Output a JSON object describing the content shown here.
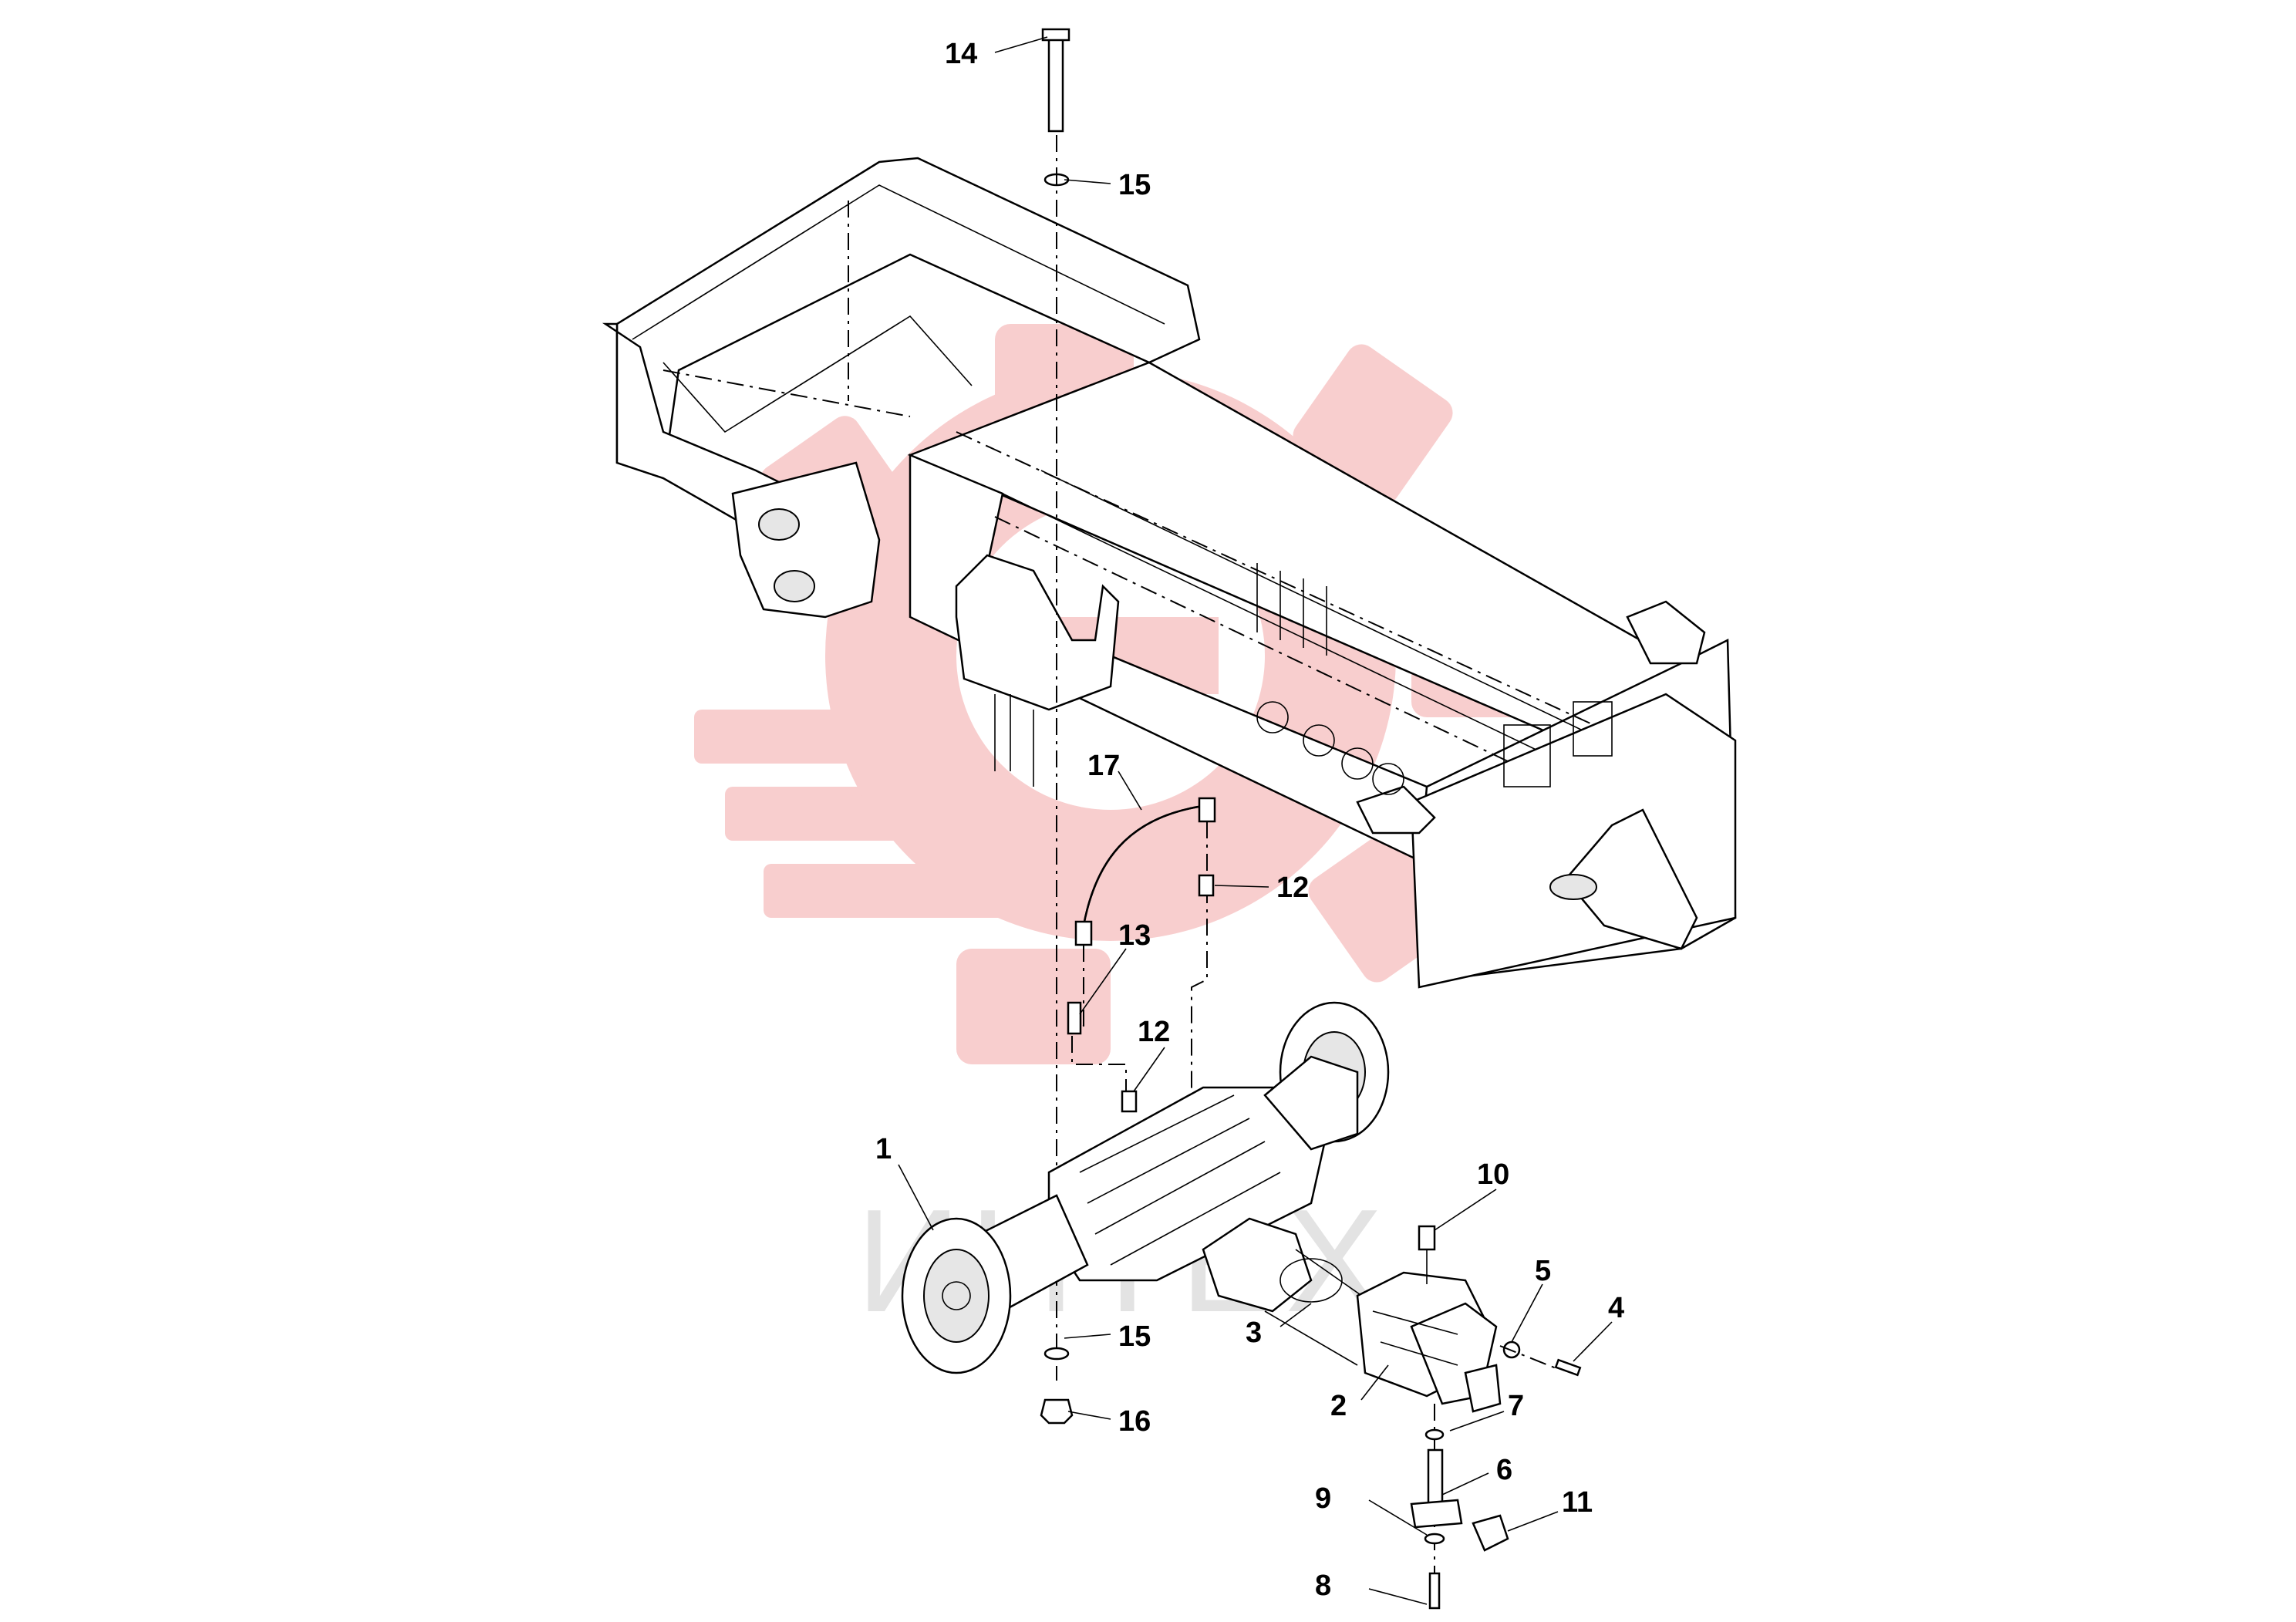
{
  "colors": {
    "watermark": "#f7c6c6",
    "line": "#000000",
    "part_fill": "#ffffff"
  },
  "watermark": {
    "text": "ИНТЕХ"
  },
  "callouts": [
    {
      "id": "14",
      "label": "14"
    },
    {
      "id": "15a",
      "label": "15"
    },
    {
      "id": "17",
      "label": "17"
    },
    {
      "id": "12a",
      "label": "12"
    },
    {
      "id": "13",
      "label": "13"
    },
    {
      "id": "12b",
      "label": "12"
    },
    {
      "id": "1",
      "label": "1"
    },
    {
      "id": "10",
      "label": "10"
    },
    {
      "id": "5",
      "label": "5"
    },
    {
      "id": "4",
      "label": "4"
    },
    {
      "id": "15b",
      "label": "15"
    },
    {
      "id": "3",
      "label": "3"
    },
    {
      "id": "2",
      "label": "2"
    },
    {
      "id": "16",
      "label": "16"
    },
    {
      "id": "7",
      "label": "7"
    },
    {
      "id": "6",
      "label": "6"
    },
    {
      "id": "9",
      "label": "9"
    },
    {
      "id": "11",
      "label": "11"
    },
    {
      "id": "8",
      "label": "8"
    }
  ]
}
